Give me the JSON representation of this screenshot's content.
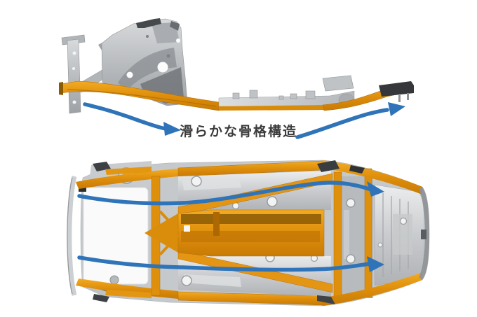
{
  "figure": {
    "caption": "滑らかな骨格構造"
  },
  "colors": {
    "background": "#ffffff",
    "frame_orange": "#E09110",
    "frame_orange_dark": "#B57107",
    "arrow_blue": "#2F74B8",
    "body_gray": "#B9BCBF",
    "body_silver": "#D9DBDC",
    "shadow_dark": "#3A3D40",
    "caption_text": "#3b3b3b"
  },
  "annotations": {
    "flow_arrow_icons": [
      "flow-arrow-side-left",
      "flow-arrow-side-right",
      "flow-arrow-underbody-upper",
      "flow-arrow-underbody-lower"
    ]
  }
}
